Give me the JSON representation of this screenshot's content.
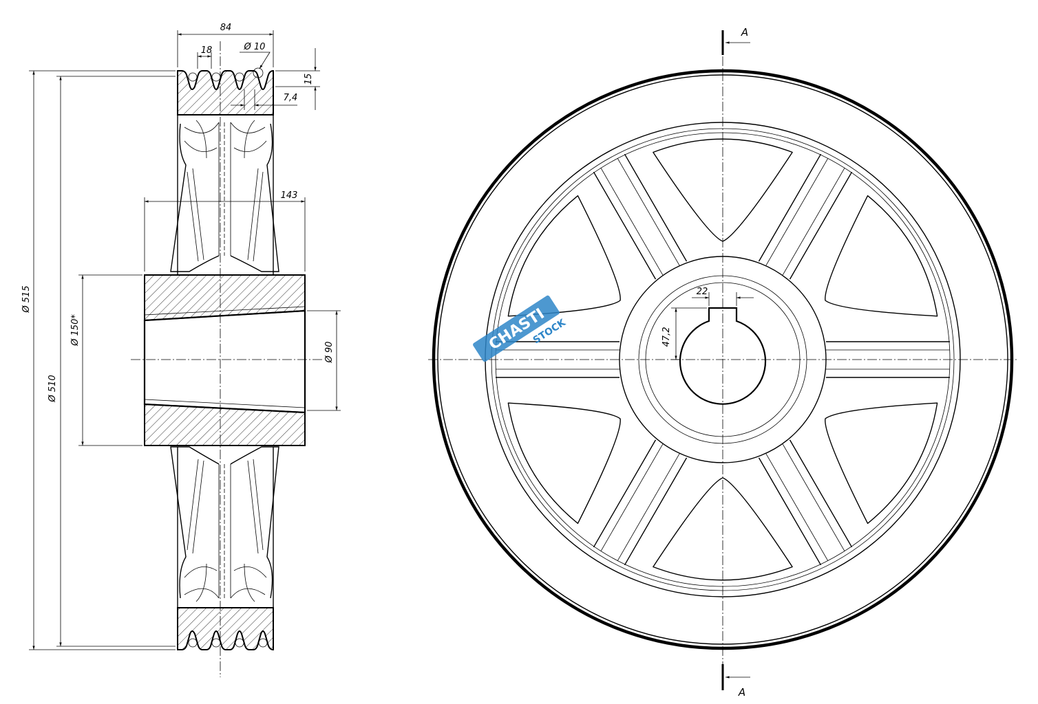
{
  "side_view": {
    "dim_width": "84",
    "dim_groove_pitch": "18",
    "dim_groove_dia": "Ø 10",
    "dim_groove_depth": "15",
    "dim_groove_offset": "7,4",
    "dim_hub_length": "143",
    "dim_outer_dia": "Ø 515",
    "dim_pitch_dia": "Ø 510",
    "dim_hub_dia": "Ø 150*",
    "dim_bore_dia": "Ø 90"
  },
  "front_view": {
    "section_label_top": "A",
    "section_label_bottom": "A",
    "dim_key_width": "22",
    "dim_key_depth": "47,2",
    "spoke_count": 6
  },
  "watermark": {
    "text": "CHASTI",
    "sub": "STOCK",
    "color": "#2e86c8"
  }
}
